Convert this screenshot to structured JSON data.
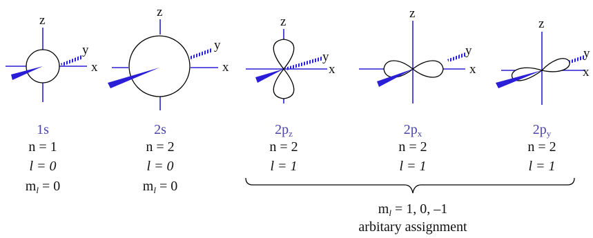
{
  "colors": {
    "axis": "#2a1fd6",
    "orbital_label": "#4a43a8",
    "text": "#111111"
  },
  "axis_labels": {
    "x": "x",
    "y": "y",
    "z": "z"
  },
  "orbitals": [
    {
      "name": "1s",
      "name_sub": "",
      "n_line": "n = 1",
      "l_line": "l = 0",
      "ml_prefix": "m",
      "ml_sub": "l",
      "ml_rest": " = 0"
    },
    {
      "name": "2s",
      "name_sub": "",
      "n_line": "n = 2",
      "l_line": "l = 0",
      "ml_prefix": "m",
      "ml_sub": "l",
      "ml_rest": " = 0"
    },
    {
      "name": "2p",
      "name_sub": "z",
      "n_line": "n = 2",
      "l_line": "l = 1"
    },
    {
      "name": "2p",
      "name_sub": "x",
      "n_line": "n = 2",
      "l_line": "l = 1"
    },
    {
      "name": "2p",
      "name_sub": "y",
      "n_line": "n = 2",
      "l_line": "l = 1"
    }
  ],
  "footer": {
    "ml_prefix": "m",
    "ml_sub": "l",
    "ml_rest": " = 1, 0, –1",
    "note": "arbitary assignment"
  }
}
